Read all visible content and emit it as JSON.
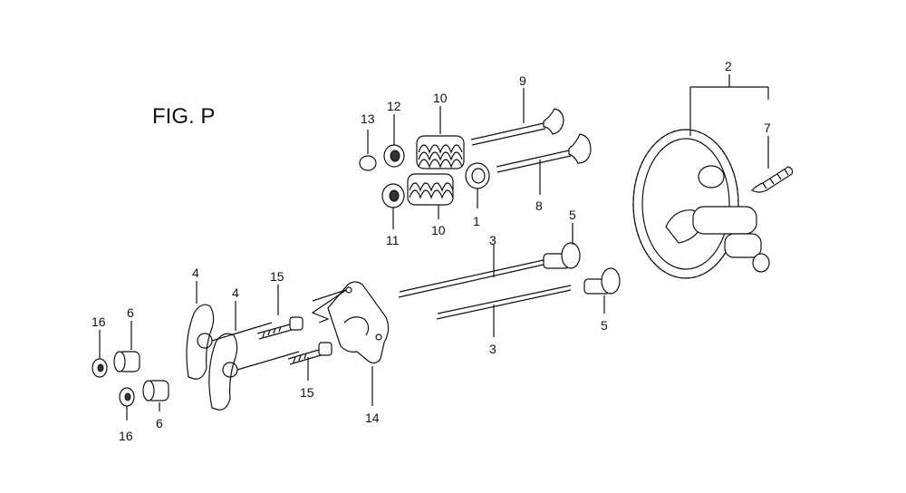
{
  "figure": {
    "title": "FIG. P"
  },
  "callouts": [
    {
      "id": "c1",
      "text": "1"
    },
    {
      "id": "c2",
      "text": "2"
    },
    {
      "id": "c3a",
      "text": "3"
    },
    {
      "id": "c3b",
      "text": "3"
    },
    {
      "id": "c4a",
      "text": "4"
    },
    {
      "id": "c4b",
      "text": "4"
    },
    {
      "id": "c5a",
      "text": "5"
    },
    {
      "id": "c5b",
      "text": "5"
    },
    {
      "id": "c6a",
      "text": "6"
    },
    {
      "id": "c6b",
      "text": "6"
    },
    {
      "id": "c7",
      "text": "7"
    },
    {
      "id": "c8",
      "text": "8"
    },
    {
      "id": "c9",
      "text": "9"
    },
    {
      "id": "c10a",
      "text": "10"
    },
    {
      "id": "c10b",
      "text": "10"
    },
    {
      "id": "c11",
      "text": "11"
    },
    {
      "id": "c12",
      "text": "12"
    },
    {
      "id": "c13",
      "text": "13"
    },
    {
      "id": "c14",
      "text": "14"
    },
    {
      "id": "c15a",
      "text": "15"
    },
    {
      "id": "c15b",
      "text": "15"
    },
    {
      "id": "c16a",
      "text": "16"
    },
    {
      "id": "c16b",
      "text": "16"
    }
  ]
}
